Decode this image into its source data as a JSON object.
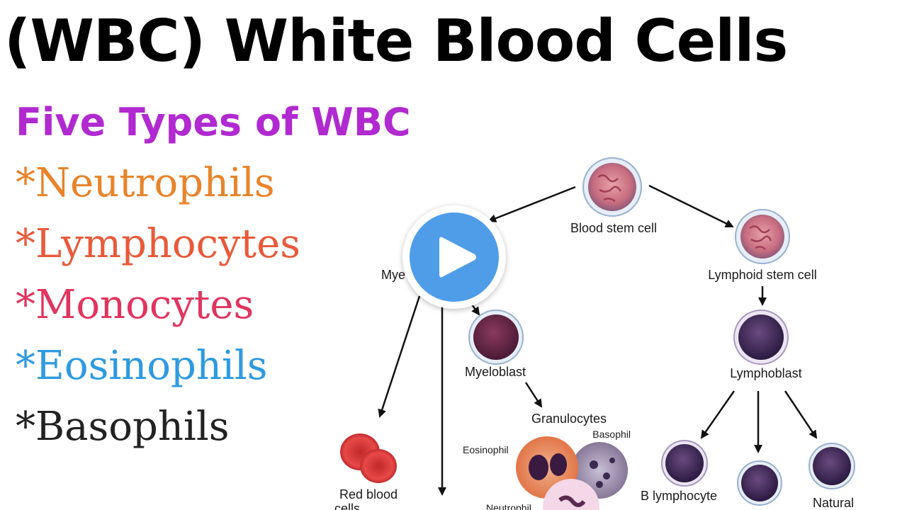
{
  "title": "(WBC) White Blood Cells",
  "subtitle": "Five Types of WBC",
  "types": [
    {
      "label": "*Neutrophils",
      "color": "#e8842a"
    },
    {
      "label": "*Lymphocytes",
      "color": "#e85a3a"
    },
    {
      "label": "*Monocytes",
      "color": "#e0355f"
    },
    {
      "label": "*Eosinophils",
      "color": "#2e9ae0"
    },
    {
      "label": "*Basophils",
      "color": "#222222"
    }
  ],
  "diagram": {
    "labels": {
      "blood_stem_cell": "Blood stem cell",
      "myeloid_stem_cell_partial": "Mye",
      "lymphoid_stem_cell": "Lymphoid stem cell",
      "myeloblast": "Myeloblast",
      "lymphoblast": "Lymphoblast",
      "granulocytes": "Granulocytes",
      "eosinophil": "Eosinophil",
      "basophil": "Basophil",
      "neutrophil_partial": "Neutrophil",
      "red_blood_cells_line1": "Red blood",
      "red_blood_cells_line2": "cells",
      "b_lymphocyte": "B lymphocyte",
      "natural_partial": "Natural"
    }
  },
  "colors": {
    "subtitle": "#b02ad0",
    "play_button": "#4f9de8",
    "stem_cell": "#d9a0b0",
    "blast_cell": "#6a2a4a",
    "red_blood_cell": "#e04040"
  },
  "play_button": {
    "icon": "play-icon"
  }
}
